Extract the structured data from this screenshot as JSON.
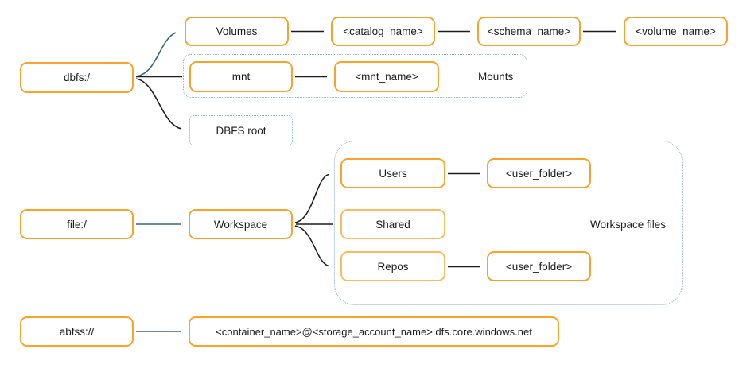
{
  "diagram": {
    "nodes": {
      "dbfs": "dbfs:/",
      "volumes": "Volumes",
      "catalog_name": "<catalog_name>",
      "schema_name": "<schema_name>",
      "volume_name": "<volume_name>",
      "mnt": "mnt",
      "mnt_name": "<mnt_name>",
      "dbfs_root": "DBFS root",
      "file": "file:/",
      "workspace": "Workspace",
      "users": "Users",
      "users_folder": "<user_folder>",
      "shared": "Shared",
      "repos": "Repos",
      "repos_folder": "<user_folder>",
      "abfss": "abfss://",
      "abfss_path": "<container_name>@<storage_account_name>.dfs.core.windows.net"
    },
    "groups": {
      "mounts": "Mounts",
      "workspace_files": "Workspace files"
    },
    "edges": [
      {
        "from": "dbfs",
        "to": "volumes",
        "color": "teal",
        "style": "curved"
      },
      {
        "from": "dbfs",
        "to": "mnt",
        "color": "black",
        "style": "straight"
      },
      {
        "from": "dbfs",
        "to": "dbfs_root",
        "color": "black",
        "style": "curved"
      },
      {
        "from": "volumes",
        "to": "catalog_name",
        "color": "black",
        "style": "straight"
      },
      {
        "from": "catalog_name",
        "to": "schema_name",
        "color": "black",
        "style": "straight"
      },
      {
        "from": "schema_name",
        "to": "volume_name",
        "color": "black",
        "style": "straight"
      },
      {
        "from": "mnt",
        "to": "mnt_name",
        "color": "black",
        "style": "straight"
      },
      {
        "from": "file",
        "to": "workspace",
        "color": "teal",
        "style": "straight"
      },
      {
        "from": "workspace",
        "to": "users",
        "color": "black",
        "style": "curved"
      },
      {
        "from": "workspace",
        "to": "shared",
        "color": "black",
        "style": "straight"
      },
      {
        "from": "workspace",
        "to": "repos",
        "color": "black",
        "style": "curved"
      },
      {
        "from": "users",
        "to": "users_folder",
        "color": "black",
        "style": "straight"
      },
      {
        "from": "repos",
        "to": "repos_folder",
        "color": "black",
        "style": "straight"
      },
      {
        "from": "abfss",
        "to": "abfss_path",
        "color": "teal",
        "style": "straight"
      }
    ],
    "colors": {
      "box_border": "#F9A32A",
      "box_border_light": "#F8BC62",
      "group_border": "#93AFC2",
      "arrow_dark": "#1d1d1d",
      "arrow_teal": "#35677A",
      "text": "#1c1c1c",
      "background": "#ffffff"
    }
  }
}
